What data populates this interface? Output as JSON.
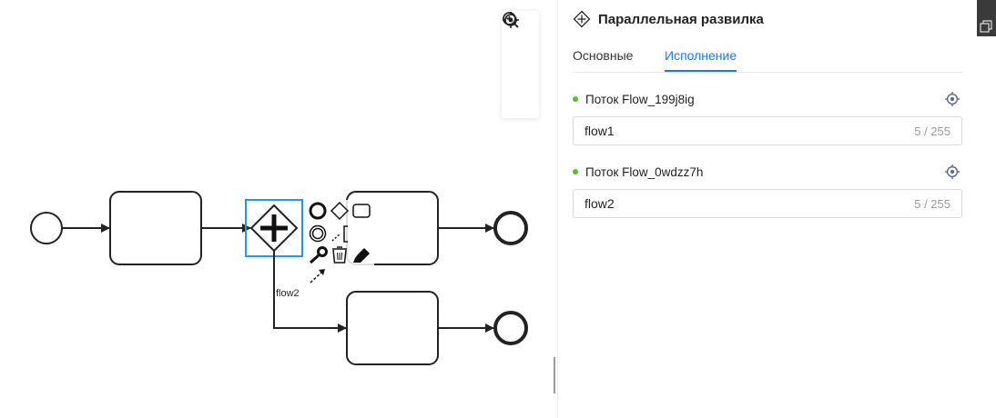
{
  "canvas": {
    "flow_label": "flow2"
  },
  "zoom": {
    "zoom_in": "zoom-in-icon",
    "zoom_out": "zoom-out-icon",
    "fit": "crosshair-icon"
  },
  "panel": {
    "title": "Параллельная развилка",
    "tabs": [
      {
        "label": "Основные",
        "active": false
      },
      {
        "label": "Исполнение",
        "active": true
      }
    ],
    "flows": [
      {
        "label": "Поток Flow_199j8ig",
        "value": "flow1",
        "count": "5 / 255"
      },
      {
        "label": "Поток Flow_0wdzz7h",
        "value": "flow2",
        "count": "5 / 255"
      }
    ]
  },
  "colors": {
    "accent": "#1677ff",
    "selection": "#2196f3",
    "status_dot": "#52c41a"
  }
}
